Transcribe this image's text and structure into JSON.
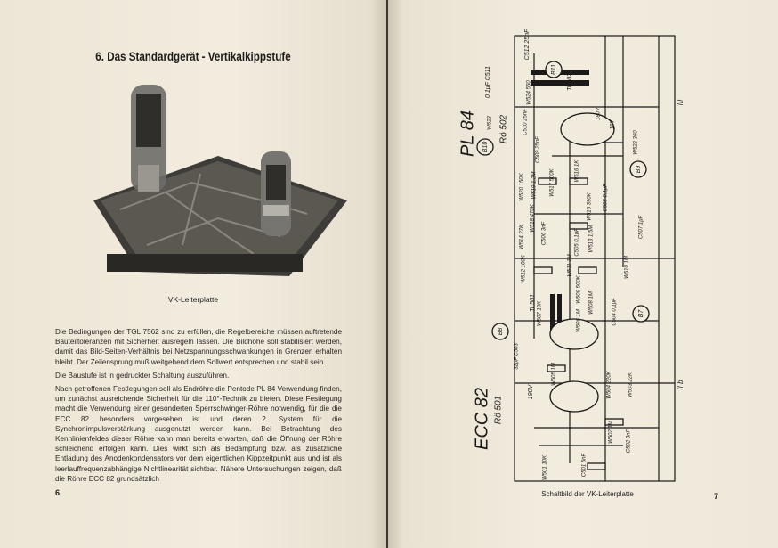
{
  "left_page": {
    "title": "6. Das Standardgerät - Vertikalkippstufe",
    "photo_caption": "VK-Leiterplatte",
    "paragraphs": [
      "Die Bedingungen der TGL 7562 sind zu erfüllen, die Regelbereiche müssen auftretende Bauteiltoleranzen mit Sicherheit ausregeln lassen. Die Bildhöhe soll stabilisiert werden, damit das Bild-Seiten-Verhältnis bei Netzspannungsschwankungen in Grenzen erhalten bleibt. Der Zeilensprung muß weitgehend dem Sollwert entsprechen und stabil sein.",
      "Die Baustufe ist in gedruckter Schaltung auszuführen.",
      "Nach getroffenen Festlegungen soll als Endröhre die Pentode PL 84 Verwendung finden, um zunächst ausreichende Sicherheit für die 110°-Technik zu bieten. Diese Festlegung macht die Verwendung einer gesonderten Sperrschwinger-Röhre notwendig, für die die ECC 82 besonders vorgesehen ist und deren 2. System für die Synchronimpulsverstärkung ausgenutzt werden kann. Bei Betrachtung des Kennlinienfeldes dieser Röhre kann man bereits erwarten, daß die Öffnung der Röhre schleichend erfolgen kann. Dies wirkt sich als Bedämpfung bzw. als zusätzliche Entladung des Anodenkondensators vor dem eigentlichen Kippzeitpunkt aus und ist als leerlauffrequenzabhängige Nichtlinearität sichtbar. Nähere Untersuchungen zeigen, daß die Röhre ECC 82 grundsätzlich"
    ],
    "page_number": "6"
  },
  "right_page": {
    "caption": "Schaltbild der VK-Leiterplatte",
    "page_number": "7",
    "labels": {
      "pl84": "PL 84",
      "ro502": "Rö 502",
      "ecc82": "ECC 82",
      "ro501": "Rö 501",
      "b11": "B11",
      "b10": "B10",
      "b9": "B9",
      "b8": "B8",
      "b7": "B7",
      "tr502": "Tr 502",
      "tr501": "Tr 501",
      "iii": "III",
      "iib": "II b",
      "c512": "C512 25nF",
      "c511": "0,1μF C511",
      "w524": "W524 560",
      "c510": "C510 25nF",
      "w523": "W523",
      "c509": "C509 25nF",
      "w520": "W520 150K",
      "w519": "W519 1,2M",
      "w517": "W517 500K",
      "w518": "W518 470K",
      "w514": "W514 27K",
      "c506": "C506 3nF",
      "w516": "W516 1K",
      "w515": "W515 390K",
      "c508": "C508 0,1μF",
      "w513": "W513 1,5M",
      "c507": "C507 1μF",
      "c505": "C505 0,1μF",
      "w522": "W522 360",
      "w512": "W512 100K",
      "w511": "W511 1M",
      "w510": "W510 1M",
      "w509": "W509 500K",
      "w508": "W508 1M",
      "w507": "W507 10K",
      "w506": "W506 1M",
      "c504": "C504 0,1μF",
      "c503": "32pF C503",
      "w505": "W505 1M",
      "v190": "190V",
      "v180": "180V",
      "v18": "18V",
      "w504": "W504 220K",
      "w503": "W503 22K",
      "w502": "W502 1M",
      "c502": "C502 3nF",
      "c501": "C501 5nF",
      "w501": "W501 10K"
    }
  }
}
